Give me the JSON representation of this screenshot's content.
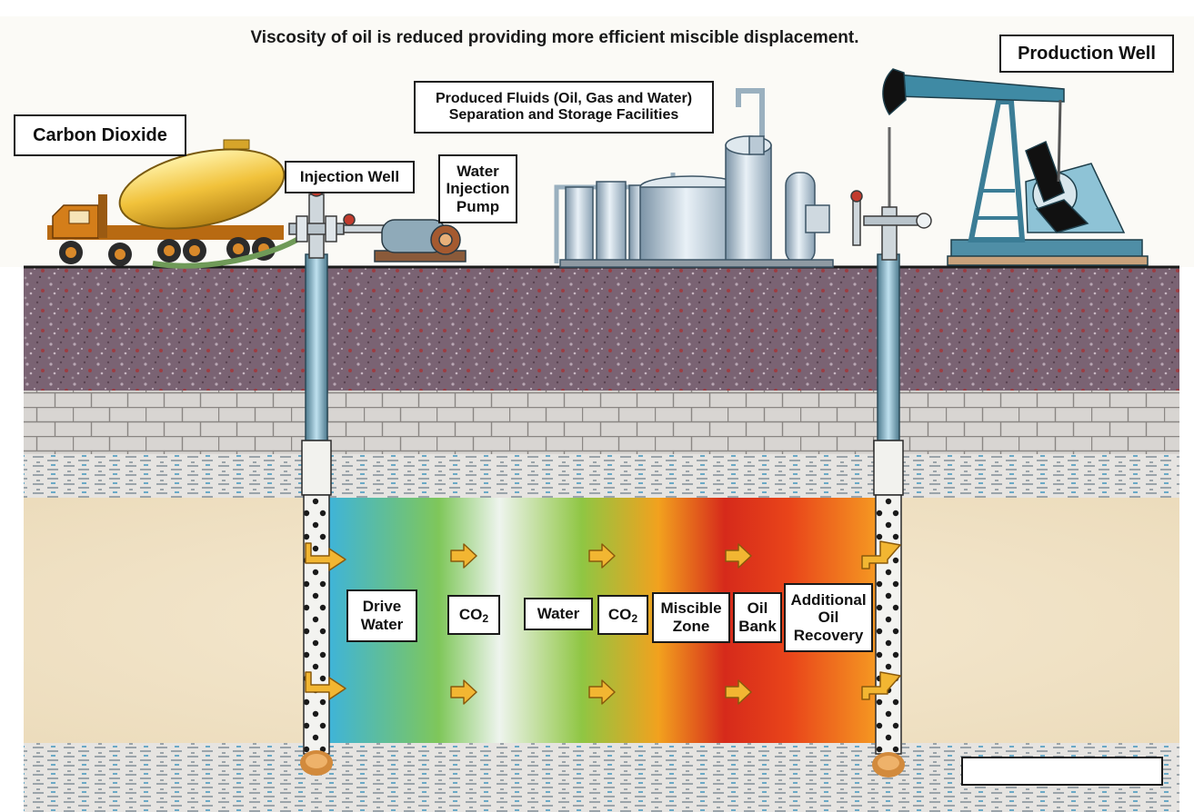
{
  "headline": "Viscosity of oil is reduced providing more efficient miscible displacement.",
  "labels": {
    "production_well": "Production Well",
    "carbon_dioxide": "Carbon Dioxide",
    "injection_well": "Injection Well",
    "water_injection_pump": [
      "Water",
      "Injection",
      "Pump"
    ],
    "produced_fluids": [
      "Produced Fluids (Oil, Gas and Water)",
      "Separation and Storage Facilities"
    ]
  },
  "zones": {
    "drive_water": [
      "Drive",
      "Water"
    ],
    "co2_first": {
      "main": "CO",
      "sub": "2"
    },
    "water": "Water",
    "co2_second": {
      "main": "CO",
      "sub": "2"
    },
    "miscible_zone": [
      "Miscible",
      "Zone"
    ],
    "oil_bank": [
      "Oil",
      "Bank"
    ],
    "additional_oil_recovery": [
      "Additional",
      "Oil",
      "Recovery"
    ]
  },
  "colors": {
    "drive_water": "#4bb8d8",
    "co2_zone": "#7cc44a",
    "water_zone": "#e8f2ef",
    "miscible_zone": "#f4a020",
    "oil_bank": "#d42a1c",
    "flow_arrow": "#f2b632",
    "topsoil": "#7a6373",
    "limestone": "#d5d2cf",
    "sand": "#f2e4c9"
  }
}
